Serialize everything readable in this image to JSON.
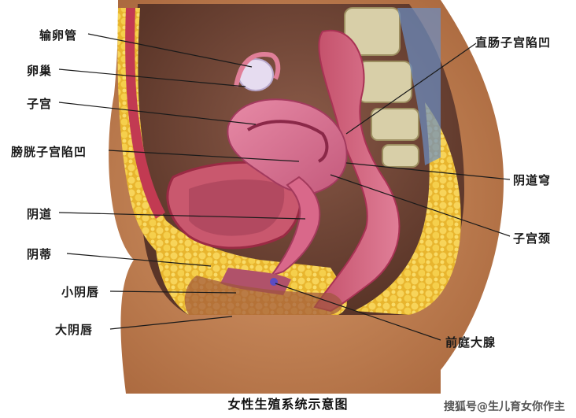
{
  "labels": {
    "left": [
      "输卵管",
      "卵巢",
      "子宫",
      "膀胱子宫陷凹",
      "阴道",
      "阴蒂",
      "小阴唇",
      "大阴唇"
    ],
    "right": [
      "直肠子宫陷凹",
      "阴道穹",
      "子宫颈",
      "前庭大腺"
    ]
  },
  "caption": "女性生殖系统示意图",
  "watermark": "搜狐号@生儿育女你作主",
  "colors": {
    "skin": "#c98a5a",
    "fat": "#f2c640",
    "tissue": "#d9688a",
    "muscle": "#c23a52",
    "bone": "#d8cfa8",
    "label_line": "#1a1a1a"
  }
}
